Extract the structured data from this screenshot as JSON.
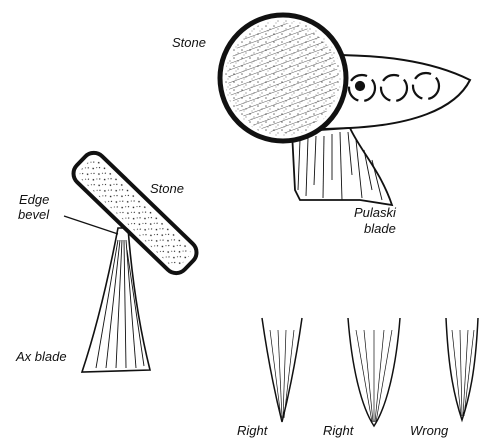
{
  "labels": {
    "stone_top": "Stone",
    "stone_left": "Stone",
    "edge_bevel_line1": "Edge",
    "edge_bevel_line2": "bevel",
    "pulaski_line1": "Pulaski",
    "pulaski_line2": "blade",
    "ax_blade": "Ax blade",
    "profile_1": "Right",
    "profile_2": "Right",
    "profile_3": "Wrong"
  },
  "colors": {
    "ink": "#111111",
    "paper": "#ffffff"
  }
}
